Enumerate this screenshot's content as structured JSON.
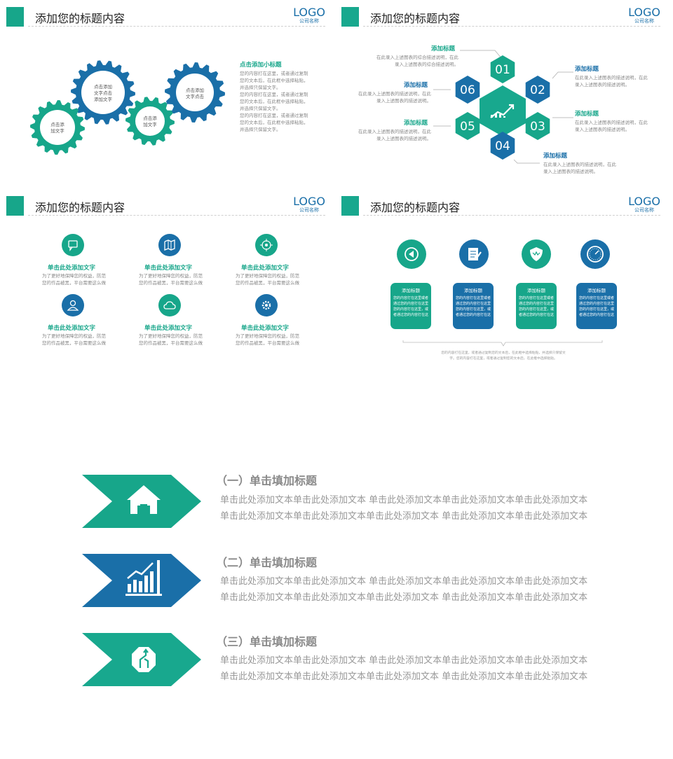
{
  "header": {
    "title": "添加您的标题内容",
    "logo": "LOGO",
    "company": "公司名称"
  },
  "colors": {
    "green": "#17a68a",
    "blue": "#1a6fa8",
    "teal": "#18a88e"
  },
  "slide1": {
    "gear_big": "点击添加文字点击添加文字",
    "gear_left": "点击添加文字",
    "gear_small": "点击添加文字",
    "gear_right": "点击添加文字点击",
    "sub_title": "点击添加小标题",
    "body": [
      "您的内容打在这里，或者通过复制",
      "您的文本后，在此框中选择粘贴，",
      "并选择只保留文字。",
      "您的内容打在这里，或者通过复制",
      "您的文本后，在此框中选择粘贴，",
      "并选择只保留文字。",
      "您的内容打在这里，或者通过复制",
      "您的文本后，在此框中选择粘贴，",
      "并选择只保留文字。"
    ]
  },
  "slide2": {
    "hexes": [
      "01",
      "02",
      "03",
      "04",
      "05",
      "06"
    ],
    "label": "添加标题",
    "desc_top": [
      "在此录入上述图表的综合描述说明，在此",
      "录入上述图表的综合描述说明。"
    ],
    "desc": [
      "在此录入上述图表的描述说明，在此",
      "录入上述图表的描述说明。"
    ]
  },
  "slide3": {
    "item_title": "单击此处添加文字",
    "item_text": [
      "为了更好地保障您的权益，防范",
      "您的作品被黑，平台需要这么做"
    ],
    "icons": [
      "chat-icon",
      "map-icon",
      "target-icon",
      "user-icon",
      "cloud-icon",
      "gear-icon"
    ]
  },
  "slide4": {
    "card_title": "添加标题",
    "card_text": "您的内容打在这里或者通过您的内容打在这里您的内容打在这里，或者通过您的内容打在这",
    "footer": [
      "您的内容打在这里，或者通过复制您的文本后，在此框中选择粘贴，并选择只保留文",
      "字。您的内容打在这里，或者通过复制您的文本后，在此框中选择粘贴。"
    ],
    "icons": [
      "play-icon",
      "notepad-icon",
      "shield-icon",
      "gauge-icon"
    ]
  },
  "rows": [
    {
      "title": "（一）单击填加标题",
      "line1": "单击此处添加文本单击此处添加文本 单击此处添加文本单击此处添加文本单击此处添加文本",
      "line2": "单击此处添加文本单击此处添加文本单击此处添加文本 单击此处添加文本单击此处添加文本",
      "icon": "house-icon"
    },
    {
      "title": "（二）单击填加标题",
      "line1": "单击此处添加文本单击此处添加文本 单击此处添加文本单击此处添加文本单击此处添加文本",
      "line2": "单击此处添加文本单击此处添加文本单击此处添加文本 单击此处添加文本单击此处添加文本",
      "icon": "growth-chart-icon"
    },
    {
      "title": "（三）单击填加标题",
      "line1": "单击此处添加文本单击此处添加文本 单击此处添加文本单击此处添加文本单击此处添加文本",
      "line2": "单击此处添加文本单击此处添加文本单击此处添加文本 单击此处添加文本单击此处添加文本",
      "icon": "road-sign-icon"
    }
  ]
}
